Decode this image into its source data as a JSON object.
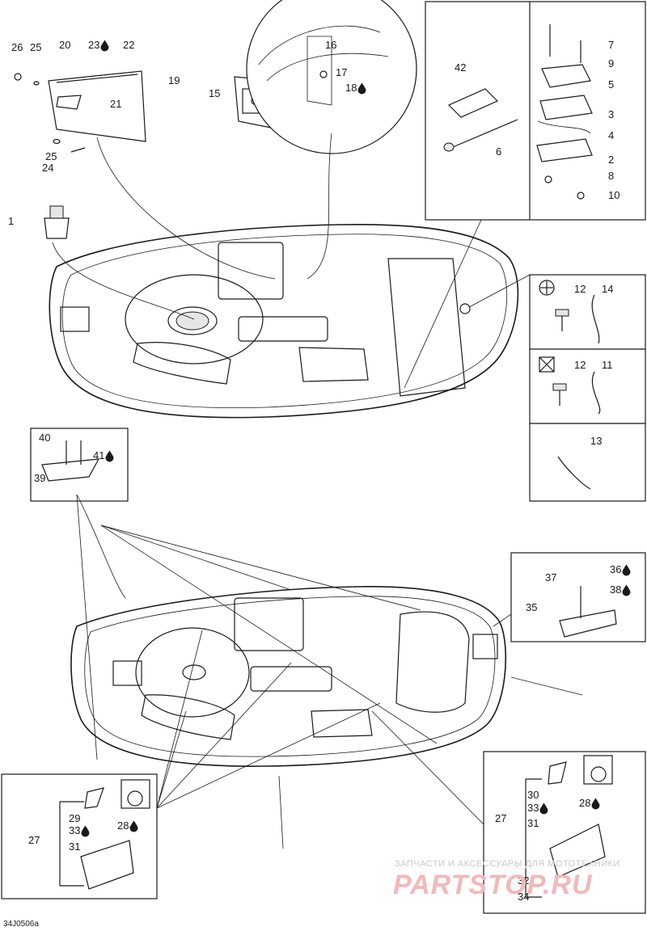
{
  "figure_code": "34J0506a",
  "watermark": {
    "line1": "ЗАПЧАСТИ И АКСЕССУАРЫ ДЛЯ МОТОТЕХНИКИ",
    "line2": "PARTSTOP.RU"
  },
  "callouts": [
    {
      "id": "c26",
      "text": "26",
      "drop": false
    },
    {
      "id": "c25a",
      "text": "25",
      "drop": false
    },
    {
      "id": "c20",
      "text": "20",
      "drop": false
    },
    {
      "id": "c23",
      "text": "23",
      "drop": true
    },
    {
      "id": "c22",
      "text": "22",
      "drop": false
    },
    {
      "id": "c19",
      "text": "19",
      "drop": false
    },
    {
      "id": "c21",
      "text": "21",
      "drop": false
    },
    {
      "id": "c25b",
      "text": "25",
      "drop": false
    },
    {
      "id": "c24",
      "text": "24",
      "drop": false
    },
    {
      "id": "c16",
      "text": "16",
      "drop": false
    },
    {
      "id": "c17",
      "text": "17",
      "drop": false
    },
    {
      "id": "c18",
      "text": "18",
      "drop": true
    },
    {
      "id": "c15",
      "text": "15",
      "drop": false
    },
    {
      "id": "c1",
      "text": "1",
      "drop": false
    },
    {
      "id": "c42",
      "text": "42",
      "drop": false
    },
    {
      "id": "c6",
      "text": "6",
      "drop": false
    },
    {
      "id": "c7",
      "text": "7",
      "drop": false
    },
    {
      "id": "c9",
      "text": "9",
      "drop": false
    },
    {
      "id": "c5",
      "text": "5",
      "drop": false
    },
    {
      "id": "c3",
      "text": "3",
      "drop": false
    },
    {
      "id": "c4",
      "text": "4",
      "drop": false
    },
    {
      "id": "c2",
      "text": "2",
      "drop": false
    },
    {
      "id": "c8",
      "text": "8",
      "drop": false
    },
    {
      "id": "c10",
      "text": "10",
      "drop": false
    },
    {
      "id": "c12a",
      "text": "12",
      "drop": false
    },
    {
      "id": "c14",
      "text": "14",
      "drop": false
    },
    {
      "id": "c12b",
      "text": "12",
      "drop": false
    },
    {
      "id": "c11",
      "text": "11",
      "drop": false
    },
    {
      "id": "c13",
      "text": "13",
      "drop": false
    },
    {
      "id": "c40",
      "text": "40",
      "drop": false
    },
    {
      "id": "c41",
      "text": "41",
      "drop": true
    },
    {
      "id": "c39",
      "text": "39",
      "drop": false
    },
    {
      "id": "c37",
      "text": "37",
      "drop": false
    },
    {
      "id": "c36",
      "text": "36",
      "drop": true
    },
    {
      "id": "c38",
      "text": "38",
      "drop": true
    },
    {
      "id": "c35",
      "text": "35",
      "drop": false
    },
    {
      "id": "c27a",
      "text": "27",
      "drop": false
    },
    {
      "id": "c29",
      "text": "29",
      "drop": false
    },
    {
      "id": "c33a",
      "text": "33",
      "drop": true
    },
    {
      "id": "c31a",
      "text": "31",
      "drop": false
    },
    {
      "id": "c28a",
      "text": "28",
      "drop": true
    },
    {
      "id": "c30",
      "text": "30",
      "drop": false
    },
    {
      "id": "c33b",
      "text": "33",
      "drop": true
    },
    {
      "id": "c27b",
      "text": "27",
      "drop": false
    },
    {
      "id": "c31b",
      "text": "31",
      "drop": false
    },
    {
      "id": "c28b",
      "text": "28",
      "drop": true
    },
    {
      "id": "c32",
      "text": "32",
      "drop": false
    },
    {
      "id": "c34",
      "text": "34",
      "drop": false
    }
  ]
}
